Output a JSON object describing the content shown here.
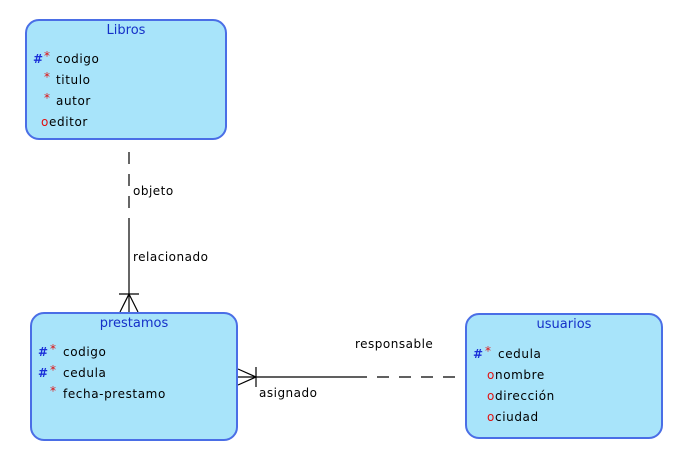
{
  "entities": {
    "libros": {
      "title": "Libros",
      "attributes": [
        {
          "name": "codigo",
          "pk": true,
          "marker": "*"
        },
        {
          "name": "titulo",
          "pk": false,
          "marker": "*"
        },
        {
          "name": "autor",
          "pk": false,
          "marker": "*"
        },
        {
          "name": "editor",
          "pk": false,
          "marker": "o"
        }
      ]
    },
    "prestamos": {
      "title": "prestamos",
      "attributes": [
        {
          "name": "codigo",
          "pk": true,
          "marker": "*"
        },
        {
          "name": "cedula",
          "pk": true,
          "marker": "*"
        },
        {
          "name": "fecha-prestamo",
          "pk": false,
          "marker": "*"
        }
      ]
    },
    "usuarios": {
      "title": "usuarios",
      "attributes": [
        {
          "name": "cedula",
          "pk": true,
          "marker": "*"
        },
        {
          "name": "nombre",
          "pk": false,
          "marker": "o"
        },
        {
          "name": "dirección",
          "pk": false,
          "marker": "o"
        },
        {
          "name": "ciudad",
          "pk": false,
          "marker": "o"
        }
      ]
    }
  },
  "relationships": {
    "libros_prestamos": {
      "upper_label": "objeto",
      "lower_label": "relacionado"
    },
    "prestamos_usuarios": {
      "upper_label": "responsable",
      "lower_label": "asignado"
    }
  },
  "markers": {
    "pk": "#",
    "required": "*",
    "optional": "o"
  },
  "colors": {
    "entity_fill": "#a8e4fa",
    "entity_border": "#4a6ee6",
    "title_text": "#1530c8",
    "pk_marker": "#1a2fd8",
    "required_marker": "#e01010",
    "optional_marker": "#e01010"
  }
}
